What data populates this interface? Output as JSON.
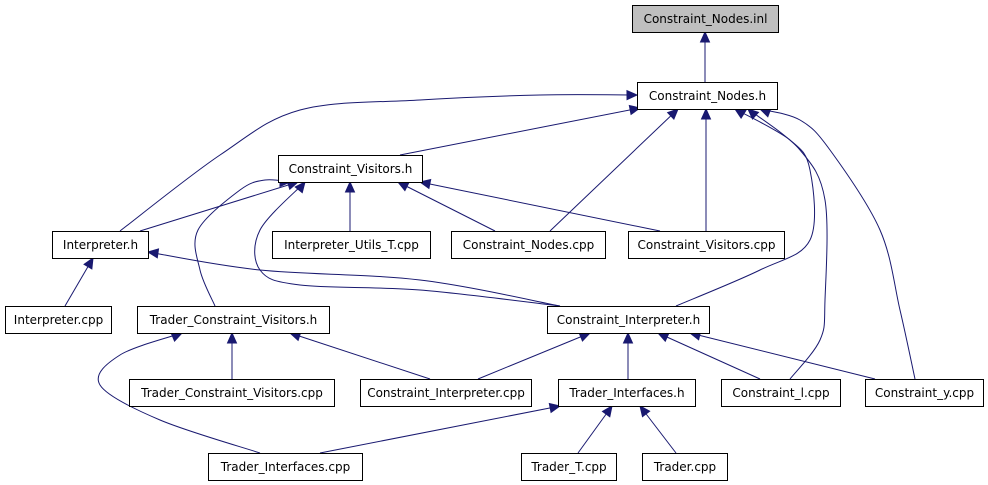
{
  "graph": {
    "nodes": [
      {
        "id": "constraint-nodes-inl",
        "label": "Constraint_Nodes.inl",
        "highlight": true
      },
      {
        "id": "constraint-nodes-h",
        "label": "Constraint_Nodes.h"
      },
      {
        "id": "constraint-visitors-h",
        "label": "Constraint_Visitors.h"
      },
      {
        "id": "interpreter-h",
        "label": "Interpreter.h"
      },
      {
        "id": "interpreter-utils-t-cpp",
        "label": "Interpreter_Utils_T.cpp"
      },
      {
        "id": "constraint-nodes-cpp",
        "label": "Constraint_Nodes.cpp"
      },
      {
        "id": "constraint-visitors-cpp",
        "label": "Constraint_Visitors.cpp"
      },
      {
        "id": "interpreter-cpp",
        "label": "Interpreter.cpp"
      },
      {
        "id": "trader-constraint-visitors-h",
        "label": "Trader_Constraint_Visitors.h"
      },
      {
        "id": "constraint-interpreter-h",
        "label": "Constraint_Interpreter.h"
      },
      {
        "id": "trader-constraint-visitors-cpp",
        "label": "Trader_Constraint_Visitors.cpp"
      },
      {
        "id": "constraint-interpreter-cpp",
        "label": "Constraint_Interpreter.cpp"
      },
      {
        "id": "trader-interfaces-h",
        "label": "Trader_Interfaces.h"
      },
      {
        "id": "constraint-l-cpp",
        "label": "Constraint_l.cpp"
      },
      {
        "id": "constraint-y-cpp",
        "label": "Constraint_y.cpp"
      },
      {
        "id": "trader-interfaces-cpp",
        "label": "Trader_Interfaces.cpp"
      },
      {
        "id": "trader-t-cpp",
        "label": "Trader_T.cpp"
      },
      {
        "id": "trader-cpp",
        "label": "Trader.cpp"
      }
    ],
    "edges": [
      {
        "from": "constraint-nodes-h",
        "to": "constraint-nodes-inl"
      },
      {
        "from": "interpreter-h",
        "to": "constraint-nodes-h"
      },
      {
        "from": "constraint-visitors-h",
        "to": "constraint-nodes-h"
      },
      {
        "from": "constraint-nodes-cpp",
        "to": "constraint-nodes-h"
      },
      {
        "from": "constraint-visitors-cpp",
        "to": "constraint-nodes-h"
      },
      {
        "from": "constraint-interpreter-h",
        "to": "constraint-nodes-h"
      },
      {
        "from": "constraint-l-cpp",
        "to": "constraint-nodes-h"
      },
      {
        "from": "constraint-y-cpp",
        "to": "constraint-nodes-h"
      },
      {
        "from": "interpreter-h",
        "to": "constraint-visitors-h"
      },
      {
        "from": "interpreter-utils-t-cpp",
        "to": "constraint-visitors-h"
      },
      {
        "from": "constraint-nodes-cpp",
        "to": "constraint-visitors-h"
      },
      {
        "from": "constraint-visitors-cpp",
        "to": "constraint-visitors-h"
      },
      {
        "from": "trader-constraint-visitors-h",
        "to": "constraint-visitors-h"
      },
      {
        "from": "constraint-interpreter-h",
        "to": "constraint-visitors-h"
      },
      {
        "from": "interpreter-cpp",
        "to": "interpreter-h"
      },
      {
        "from": "constraint-interpreter-h",
        "to": "interpreter-h"
      },
      {
        "from": "trader-constraint-visitors-cpp",
        "to": "trader-constraint-visitors-h"
      },
      {
        "from": "constraint-interpreter-cpp",
        "to": "trader-constraint-visitors-h"
      },
      {
        "from": "trader-interfaces-cpp",
        "to": "trader-constraint-visitors-h"
      },
      {
        "from": "constraint-interpreter-cpp",
        "to": "constraint-interpreter-h"
      },
      {
        "from": "trader-interfaces-h",
        "to": "constraint-interpreter-h"
      },
      {
        "from": "constraint-l-cpp",
        "to": "constraint-interpreter-h"
      },
      {
        "from": "constraint-y-cpp",
        "to": "constraint-interpreter-h"
      },
      {
        "from": "trader-interfaces-cpp",
        "to": "trader-interfaces-h"
      },
      {
        "from": "trader-t-cpp",
        "to": "trader-interfaces-h"
      },
      {
        "from": "trader-cpp",
        "to": "trader-interfaces-h"
      }
    ],
    "colors": {
      "edge": "#191970",
      "root_fill": "#bfbfbf",
      "node_fill": "#ffffff",
      "node_border": "#000000"
    }
  }
}
